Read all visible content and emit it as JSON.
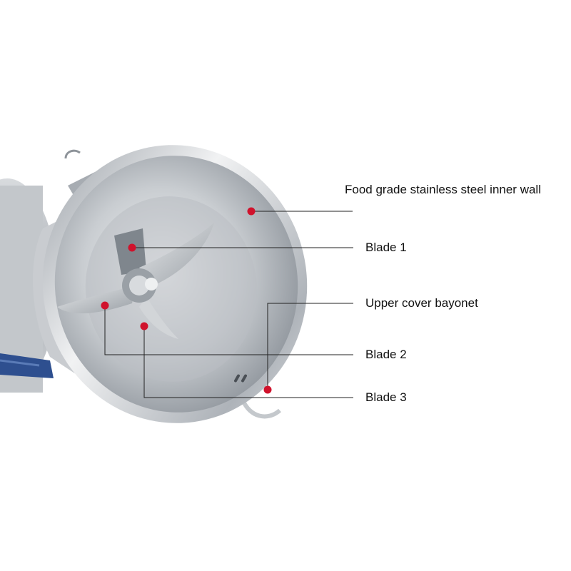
{
  "colors": {
    "marker": "#d0122c",
    "leader_line": "#222222",
    "steel_light": "#eceef0",
    "steel_mid": "#b7bcc2",
    "steel_dark": "#7d848c",
    "motor_blue": "#2e4f8f"
  },
  "callouts": [
    {
      "id": "wall",
      "label": "Food grade stainless steel inner wall"
    },
    {
      "id": "blade1",
      "label": "Blade 1"
    },
    {
      "id": "bayonet",
      "label": "Upper cover bayonet"
    },
    {
      "id": "blade2",
      "label": "Blade 2"
    },
    {
      "id": "blade3",
      "label": "Blade 3"
    }
  ]
}
